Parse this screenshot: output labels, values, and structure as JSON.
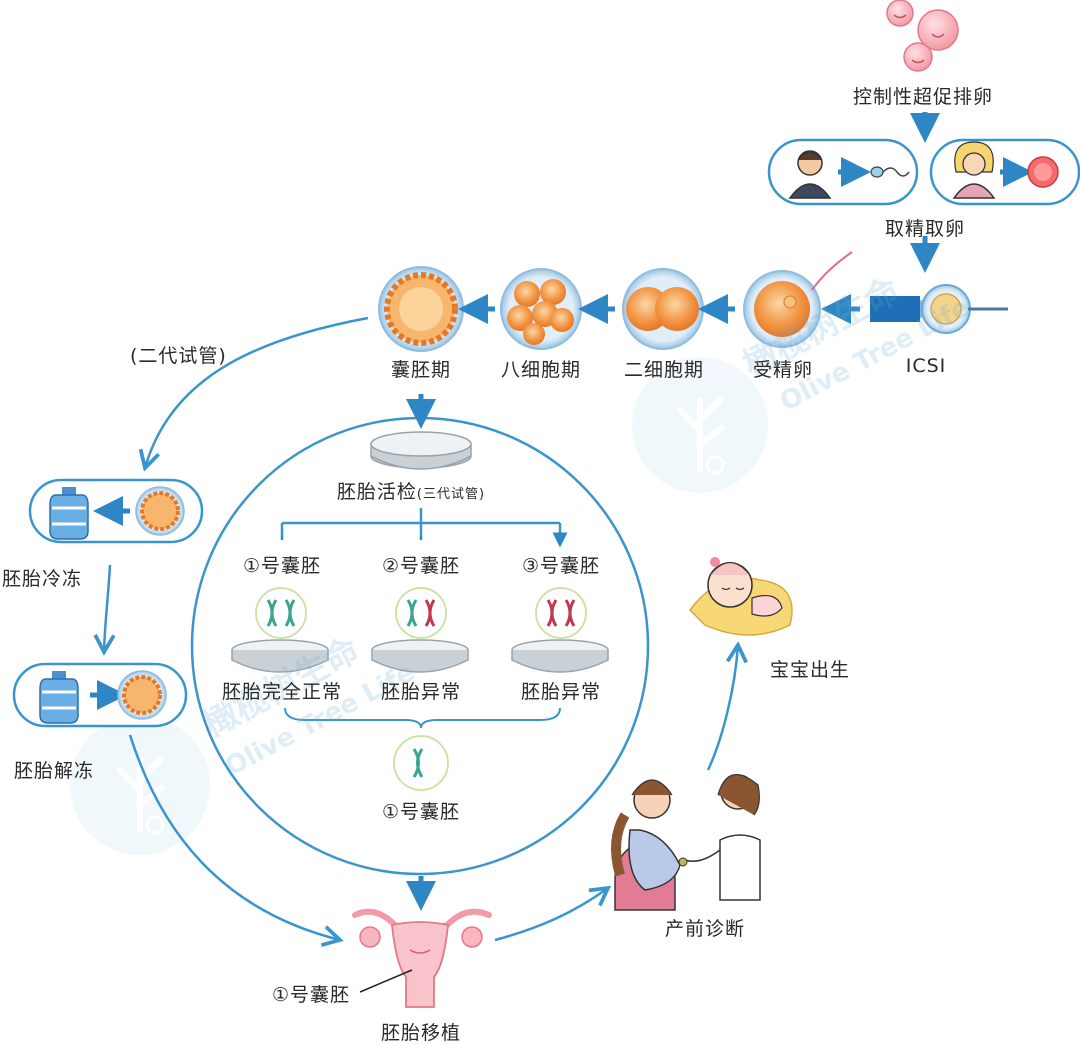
{
  "colors": {
    "line": "#3a95cc",
    "arrow": "#2f86c4",
    "cell_orange": "#f08a3a",
    "dna_green": "#3aa58f",
    "dna_red": "#c0394f",
    "watermark": "#cfe6f5"
  },
  "steps": {
    "ovulation": "控制性超促排卵",
    "retrieval": "取精取卵",
    "icsi": "ICSI",
    "fertilized": "受精卵",
    "two_cell": "二细胞期",
    "eight_cell": "八细胞期",
    "blastocyst": "囊胚期",
    "second_gen": "(二代试管)",
    "biopsy": "胚胎活检",
    "biopsy_note": "(三代试管)",
    "freeze": "胚胎冷冻",
    "thaw": "胚胎解冻",
    "transfer": "胚胎移植",
    "prenatal": "产前诊断",
    "birth": "宝宝出生",
    "transfer_callout": "①号囊胚"
  },
  "embryos": [
    {
      "name": "①号囊胚",
      "status": "胚胎完全正常",
      "dna": "normal"
    },
    {
      "name": "②号囊胚",
      "status": "胚胎异常",
      "dna": "mixed"
    },
    {
      "name": "③号囊胚",
      "status": "胚胎异常",
      "dna": "abnormal"
    }
  ],
  "selected": "①号囊胚",
  "watermark": {
    "cn": "橄榄树生命",
    "en": "Olive Tree Life"
  },
  "icons": [
    "egg-cells-icon",
    "man-icon",
    "sperm-icon",
    "woman-icon",
    "egg-icon",
    "icsi-needle-icon",
    "petri-dish-icon",
    "dna-icon",
    "cryo-tank-icon",
    "uterus-icon",
    "baby-icon",
    "doctor-patient-icon"
  ]
}
